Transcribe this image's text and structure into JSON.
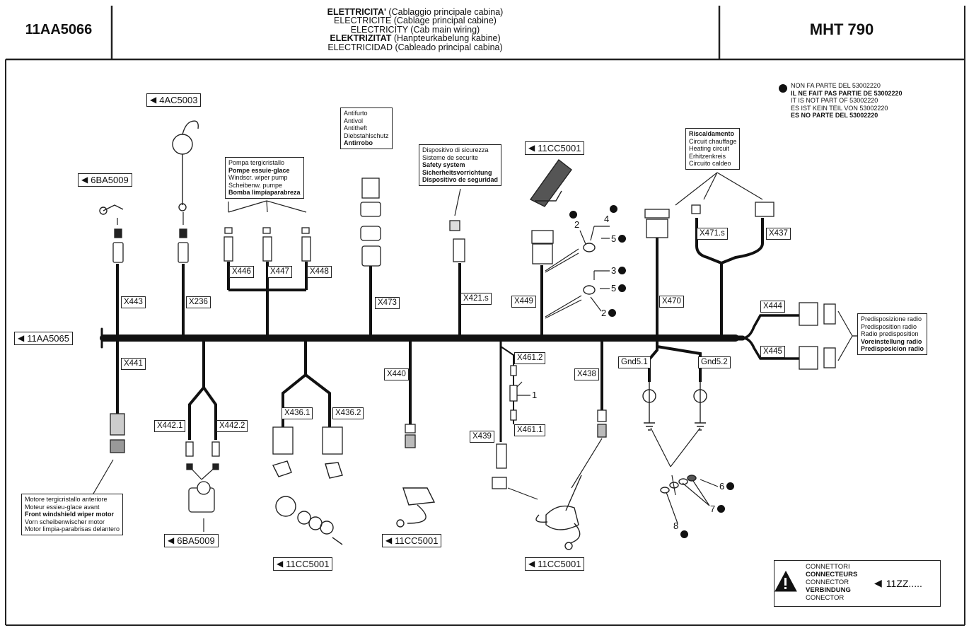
{
  "header": {
    "code": "11AA5066",
    "model": "MHT 790",
    "title_lines": [
      {
        "bold": "ELETTRICITA'",
        "rest": " (Cablaggio principale cabina)"
      },
      {
        "bold": "",
        "rest": "ELECTRICITE (Cablage principal cabine)"
      },
      {
        "bold": "",
        "rest": "ELECTRICITY (Cab main wiring)"
      },
      {
        "bold": "ELEKTRIZITAT",
        "rest": " (Hanpteurkabelung kabine)"
      },
      {
        "bold": "",
        "rest": "ELECTRICIDAD (Cableado principal cabina)"
      }
    ]
  },
  "legend_not_part": [
    "NON FA PARTE DEL 53002220",
    "IL NE FAIT PAS PARTIE DE 53002220",
    "IT IS NOT PART OF 53002220",
    "ES IST KEIN TEIL VON 53002220",
    "ES NO PARTE DEL 53002220"
  ],
  "notes": {
    "front_wiper": [
      "Motore tergicristallo anteriore",
      "Moteur essieu-glace avant",
      "Front windshield wiper motor",
      "Vorn scheibenwischer motor",
      "Motor limpia-parabrisas delantero"
    ],
    "wiper_pump": [
      "Pompa tergicristallo",
      "Pompe essuie-glace",
      "Windscr. wiper pump",
      "Scheibenw. pumpe",
      "Bomba limpiaparabreza"
    ],
    "antitheft": [
      "Antifurto",
      "Antivol",
      "Antitheft",
      "Diebstahlschutz",
      "Antirrobo"
    ],
    "safety": [
      "Dispositivo di sicurezza",
      "Sisteme de securite",
      "Safety system",
      "Sicherheitsvorrichtung",
      "Dispositivo de seguridad"
    ],
    "heating": [
      "Riscaldamento",
      "Circuit chauffage",
      "Heating circuit",
      "Erhitzenkreis",
      "Circuito caldeo"
    ],
    "radio": [
      "Predisposizione radio",
      "Predisposition radio",
      "Radio predisposition",
      "Voreinstellung radio",
      "Predisposicion radio"
    ]
  },
  "connector_legend": {
    "lines": [
      "CONNETTORI",
      "CONNECTEURS",
      "CONNECTOR",
      "VERBINDUNG",
      "CONECTOR"
    ],
    "ref": "11ZZ....."
  },
  "references": {
    "main": "11AA5065",
    "r_4ac5003": "4AC5003",
    "r_6ba5009_top": "6BA5009",
    "r_11cc5001_top": "11CC5001",
    "r_6ba5009_bot": "6BA5009",
    "r_11cc5001_b1": "11CC5001",
    "r_11cc5001_b2": "11CC5001",
    "r_11cc5001_b3": "11CC5001"
  },
  "connectors": {
    "x443": "X443",
    "x236": "X236",
    "x446": "X446",
    "x447": "X447",
    "x448": "X448",
    "x473": "X473",
    "x421s": "X421.s",
    "x449": "X449",
    "x470": "X470",
    "x471s": "X471.s",
    "x437": "X437",
    "x444": "X444",
    "x445": "X445",
    "x441": "X441",
    "x4421": "X442.1",
    "x4422": "X442.2",
    "x4361": "X436.1",
    "x4362": "X436.2",
    "x440": "X440",
    "x4612": "X461.2",
    "x4611": "X461.1",
    "x439": "X439",
    "x438": "X438",
    "gnd51": "Gnd5.1",
    "gnd52": "Gnd5.2"
  },
  "callouts": {
    "n1": "1",
    "n2a": "2",
    "n4": "4",
    "n5a": "5",
    "n3": "3",
    "n5b": "5",
    "n2b": "2",
    "n6": "6",
    "n7": "7",
    "n8": "8"
  }
}
